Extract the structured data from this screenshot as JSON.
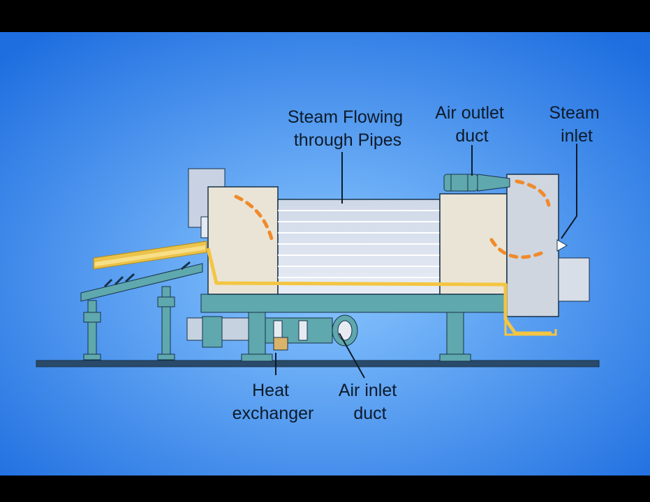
{
  "diagram": {
    "labels": {
      "steam_flow": [
        "Steam Flowing",
        "through Pipes"
      ],
      "air_outlet": [
        "Air outlet",
        "duct"
      ],
      "steam_inlet": [
        "Steam",
        "inlet"
      ],
      "heat_exchanger": [
        "Heat",
        "exchanger"
      ],
      "air_inlet": [
        "Air inlet",
        "duct"
      ]
    },
    "colors": {
      "background_center": "#7fc0ff",
      "background_edge": "#1f6fe0",
      "frame": "#5fa8ad",
      "drum": "#d8dde6",
      "flow": "#f4c542",
      "outline": "#17324a"
    }
  }
}
